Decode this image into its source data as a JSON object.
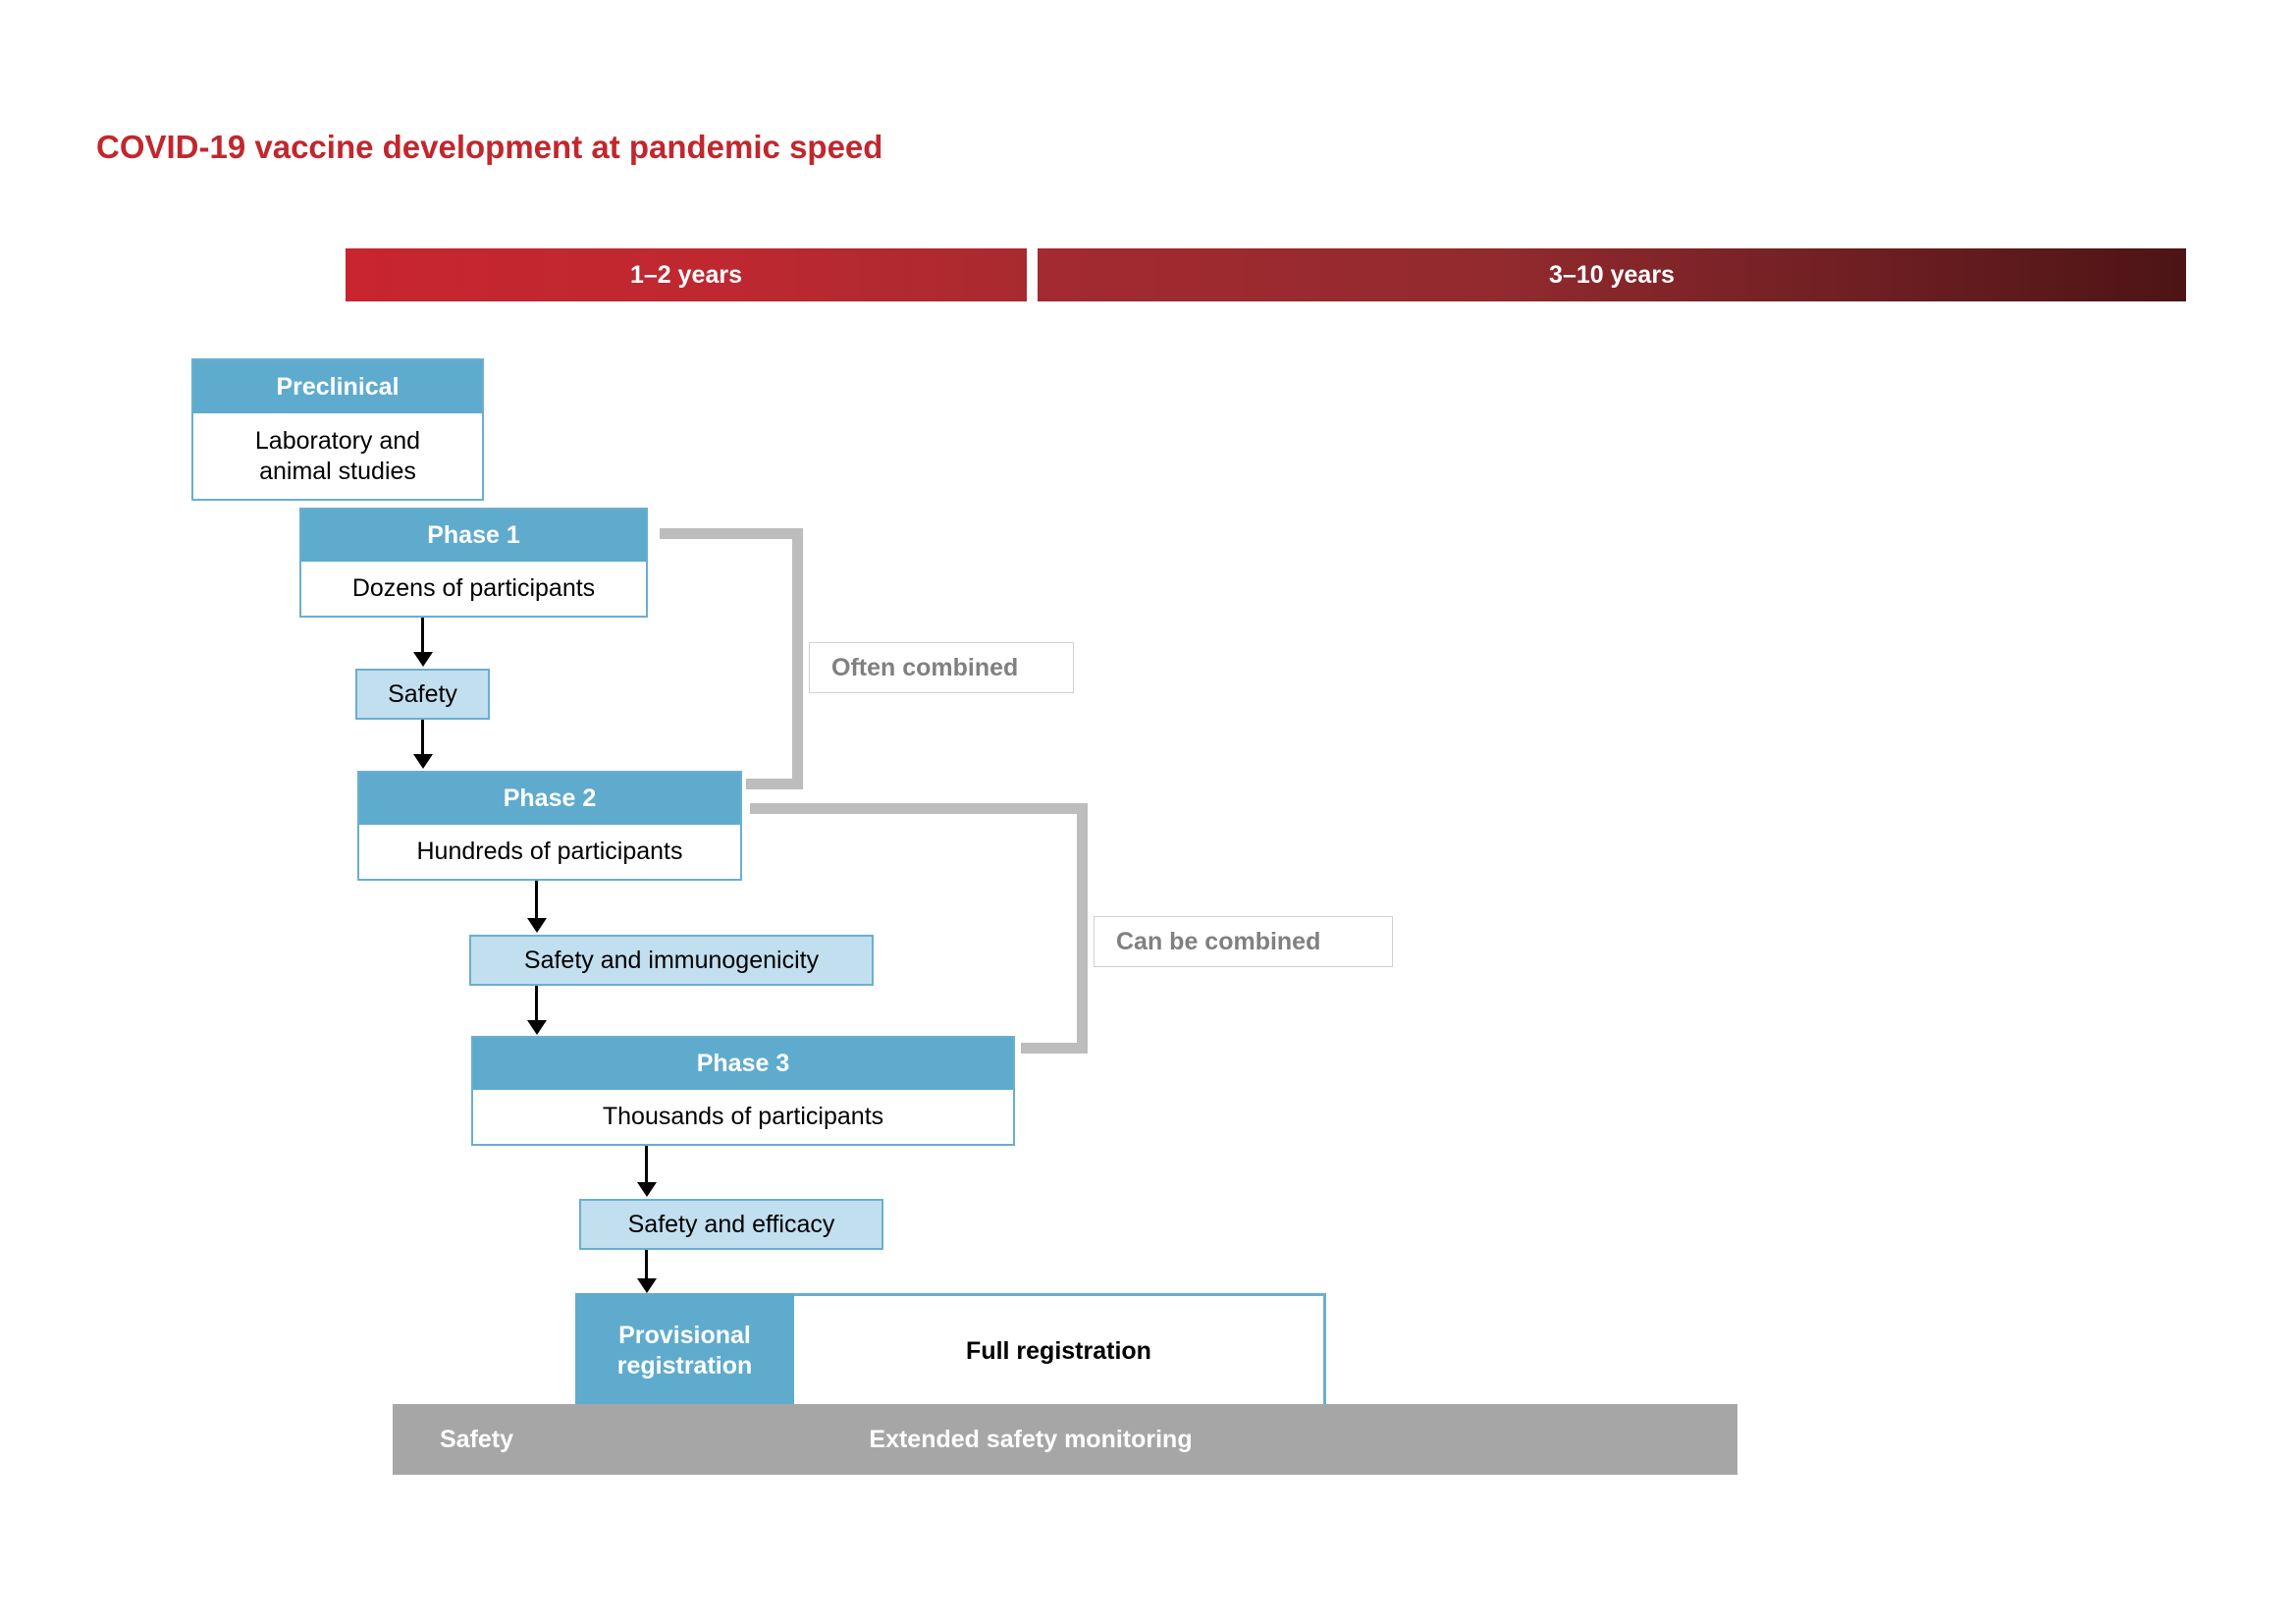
{
  "title": "COVID-19 vaccine development at pandemic speed",
  "colors": {
    "title_red": "#c1272d",
    "timeline_red_start": "#c8252e",
    "timeline_red_end": "#4c1416",
    "phase_blue": "#5fabcd",
    "phase_border_blue": "#6aafd0",
    "outcome_light_blue": "#c2dff0",
    "connector_gray": "#bdbdbd",
    "safety_bar_gray": "#a6a6a6",
    "label_text_gray": "#808080"
  },
  "timeline": {
    "segments": [
      {
        "label": "1–2 years"
      },
      {
        "label": "3–10 years"
      }
    ]
  },
  "phases": {
    "preclinical": {
      "header": "Preclinical",
      "body_line1": "Laboratory and",
      "body_line2": "animal studies"
    },
    "phase1": {
      "header": "Phase 1",
      "body": "Dozens of participants"
    },
    "phase2": {
      "header": "Phase 2",
      "body": "Hundreds of participants"
    },
    "phase3": {
      "header": "Phase 3",
      "body": "Thousands of participants"
    }
  },
  "outcomes": {
    "safety": "Safety",
    "safety_immunogenicity": "Safety and immunogenicity",
    "safety_efficacy": "Safety and efficacy"
  },
  "registration": {
    "provisional_line1": "Provisional",
    "provisional_line2": "registration",
    "full": "Full registration"
  },
  "safety_bar": {
    "left_label": "Safety",
    "right_label": "Extended safety monitoring"
  },
  "combine_labels": {
    "often": "Often combined",
    "can": "Can be combined"
  }
}
